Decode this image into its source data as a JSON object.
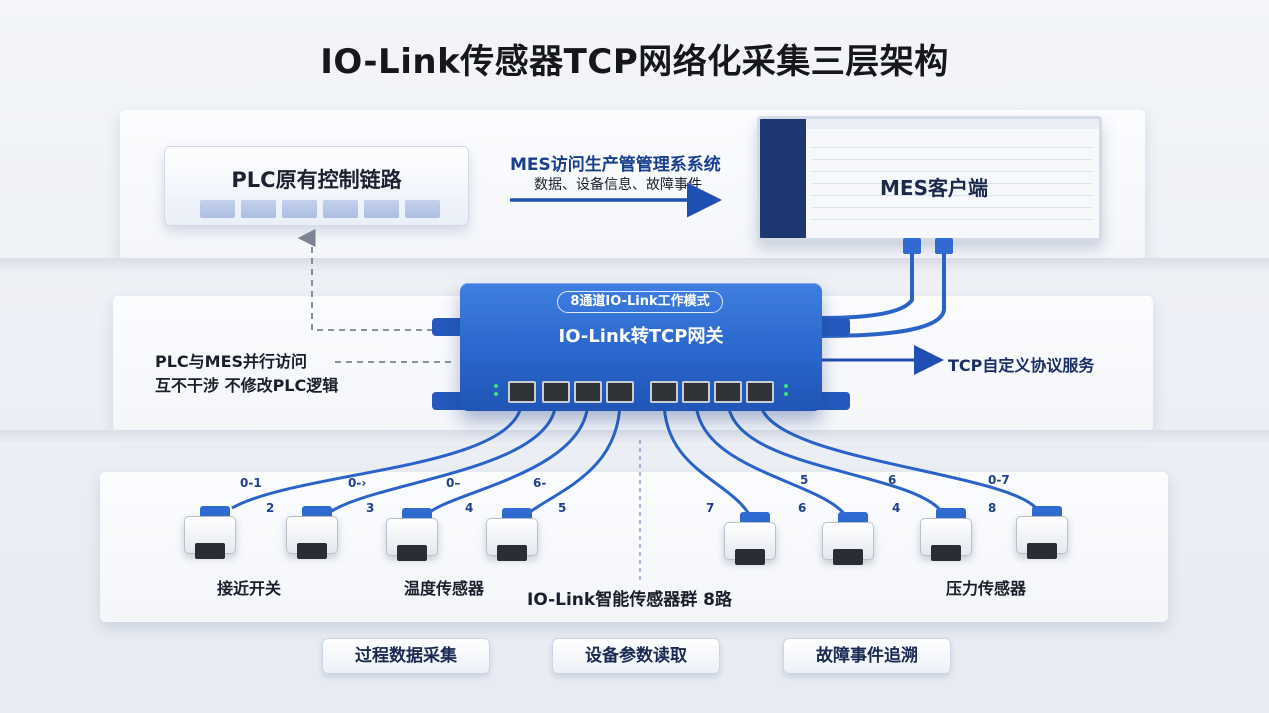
{
  "title": "IO-Link传感器TCP网络化采集三层架构",
  "top_layer": {
    "plc_label": "PLC原有控制链路",
    "flow_title": "MES访问生产管管理系系统",
    "flow_subtitle": "数据、设备信息、故障事件",
    "mes_label": "MES客户端"
  },
  "middle_layer": {
    "mode_badge": "8通道IO-Link工作模式",
    "gateway_name": "IO-Link转TCP网关",
    "parallel_note_line1": "PLC与MES并行访问",
    "parallel_note_line2": "互不干涉 不修改PLC逻辑",
    "tcp_service": "TCP自定义协议服务"
  },
  "bottom_layer": {
    "cable_tags_left": [
      "0-1",
      "0-›",
      "0–",
      "6-"
    ],
    "port_numbers_left": [
      "2",
      "3",
      "4",
      "5"
    ],
    "cable_tags_right": [
      "5",
      "6",
      "0-7"
    ],
    "port_numbers_right": [
      "7",
      "6",
      "4",
      "8"
    ],
    "sensor_names": [
      "接近开关",
      "温度传感器",
      "压力传感器"
    ],
    "group_label": "IO-Link智能传感器群 8路"
  },
  "capabilities": [
    "过程数据采集",
    "设备参数读取",
    "故障事件追溯"
  ],
  "colors": {
    "gateway_blue": "#2a66cc",
    "cable_blue": "#2a62c9",
    "arrow_blue": "#1f4fb3",
    "dashed_line": "#7c8493"
  }
}
